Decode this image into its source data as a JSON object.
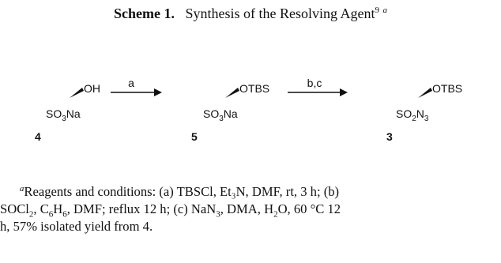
{
  "title": {
    "label": "Scheme 1.",
    "text": "Synthesis of the Resolving Agent",
    "ref": "9",
    "note_mark": "a"
  },
  "scheme": {
    "compounds": [
      {
        "number": "4",
        "substituent": "OH",
        "sulfonyl": {
          "base": "SO",
          "sub": "3",
          "suffix": "Na",
          "suffix_sub": ""
        }
      },
      {
        "number": "5",
        "substituent": "OTBS",
        "sulfonyl": {
          "base": "SO",
          "sub": "3",
          "suffix": "Na",
          "suffix_sub": ""
        }
      },
      {
        "number": "3",
        "substituent": "OTBS",
        "sulfonyl": {
          "base": "SO",
          "sub": "2",
          "suffix": "N",
          "suffix_sub": "3"
        }
      }
    ],
    "arrows": [
      {
        "conditions": "a"
      },
      {
        "conditions": "b,c"
      }
    ]
  },
  "footnote": {
    "mark": "a",
    "line1": "Reagents and conditions:  (a) TBSCl, Et₃N, DMF, rt, 3 h; (b)",
    "line2_before": "SOCl",
    "line2_sub1": "2",
    "line2_mid": ", C",
    "line2_sub2": "6",
    "line2_h": "H",
    "line2_sub3": "6",
    "line2_after": ", DMF; reflux 12 h; (c) NaN",
    "line2_sub4": "3",
    "line2_tail": ", DMA, H",
    "line2_sub5": "2",
    "line2_end": "O, 60 °C 12",
    "line3": "h, 57% isolated yield from 4."
  }
}
